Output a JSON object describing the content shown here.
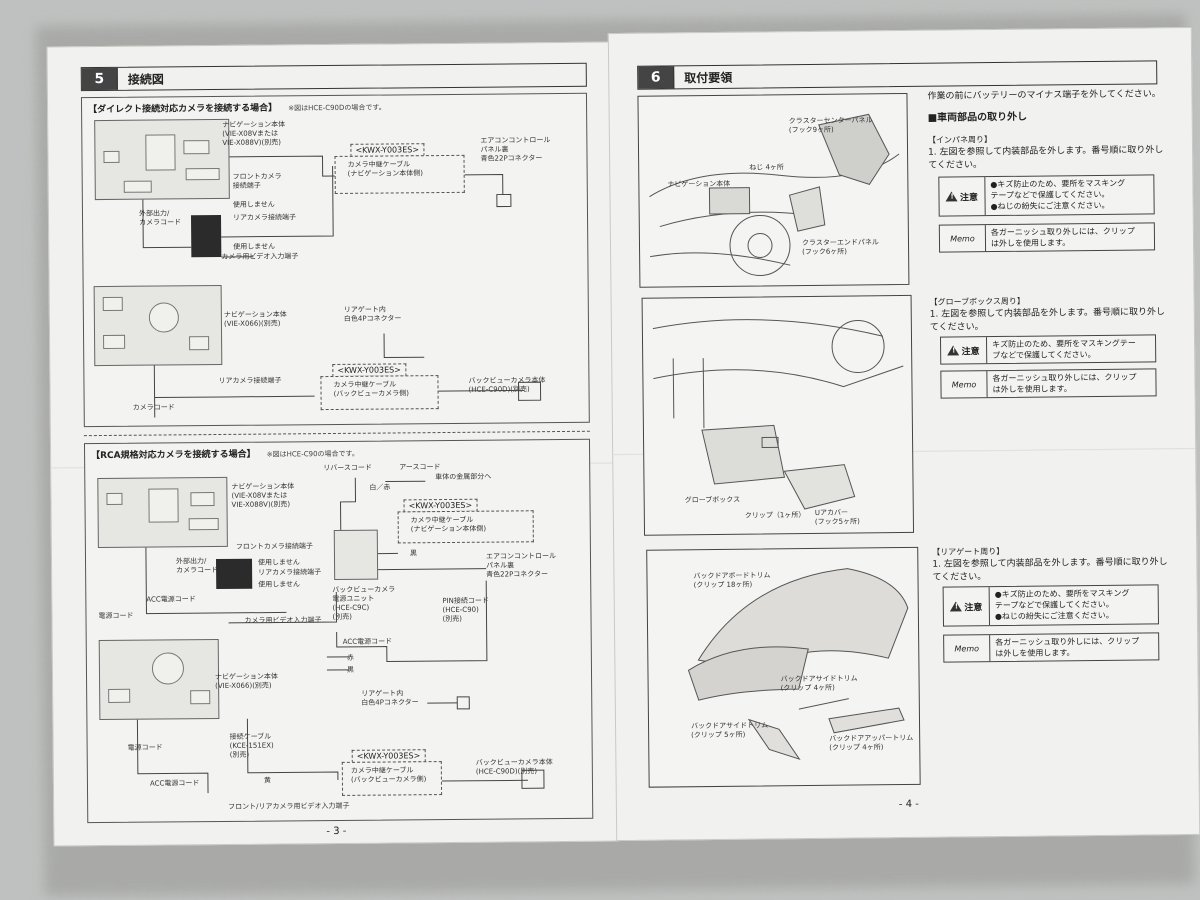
{
  "left_page": {
    "section_number": "5",
    "section_title": "接続図",
    "direct": {
      "header": "【ダイレクト接続対応カメラを接続する場合】",
      "note": "※図はHCE-C90Dの場合です。",
      "nav_unit_1": "ナビゲーション本体\n(VIE-X08Vまたは\nVIE-X088V)(別売)",
      "front_camera": "フロントカメラ\n接続端子",
      "unused_1": "使用しません",
      "ext_out": "外部出力/\nカメラコード",
      "rear_camera_term": "リアカメラ接続端子",
      "unused_2": "使用しません",
      "camera_video_in": "カメラ用ビデオ入力端子",
      "kwx_1": "<KWX-Y003ES>",
      "relay_cable_1": "カメラ中継ケーブル\n(ナビゲーション本体側)",
      "aircon": "エアコンコントロール\nパネル裏\n青色22Pコネクター",
      "nav_unit_2": "ナビゲーション本体\n(VIE-X066)(別売)",
      "rear_gate": "リアゲート内\n白色4Pコネクター",
      "kwx_2": "<KWX-Y003ES>",
      "relay_cable_2": "カメラ中継ケーブル\n(バックビューカメラ側)",
      "backview_cam": "バックビューカメラ本体\n(HCE-C90D)(別売)",
      "rear_camera_term_2": "リアカメラ接続端子",
      "camera_code": "カメラコード"
    },
    "rca": {
      "header": "【RCA規格対応カメラを接続する場合】",
      "note": "※図はHCE-C90の場合です。",
      "reverse_code": "リバースコード",
      "earth_code": "アースコード",
      "to_chassis": "車体の金属部分へ",
      "white_red": "白／赤",
      "kwx_3": "<KWX-Y003ES>",
      "relay_cable_3": "カメラ中継ケーブル\n(ナビゲーション本体側)",
      "black": "黒",
      "nav_unit_3": "ナビゲーション本体\n(VIE-X08Vまたは\nVIE-X088V)(別売)",
      "front_camera": "フロントカメラ接続端子",
      "ext_out": "外部出力/\nカメラコード",
      "unused_3": "使用しません",
      "rear_camera_term": "リアカメラ接続端子",
      "unused_4": "使用しません",
      "acc_code_1": "ACC電源コード",
      "power_code_1": "電源コード",
      "camera_video_in": "カメラ用ビデオ入力端子",
      "power_unit": "バックビューカメラ\n電源ユニット\n(HCE-C9C)\n(別売)",
      "aircon": "エアコンコントロール\nパネル裏\n青色22Pコネクター",
      "pin_code": "PIN接続コード\n(HCE-C90)\n(別売)",
      "acc_code_2": "ACC電源コード",
      "red": "赤",
      "black_2": "黒",
      "nav_unit_4": "ナビゲーション本体\n(VIE-X066)(別売)",
      "rear_gate": "リアゲート内\n白色4Pコネクター",
      "conn_cable": "接続ケーブル\n(KCE-151EX)\n(別売)",
      "power_code_2": "電源コード",
      "acc_code_3": "ACC電源コード",
      "yellow": "黄",
      "kwx_4": "<KWX-Y003ES>",
      "relay_cable_4": "カメラ中継ケーブル\n(バックビューカメラ側)",
      "backview_cam": "バックビューカメラ本体\n(HCE-C90D)(別売)",
      "front_rear_video": "フロント/リアカメラ用ビデオ入力端子"
    },
    "page_number": "- 3 -"
  },
  "right_page": {
    "section_number": "6",
    "section_title": "取付要領",
    "intro": "作業の前にバッテリーのマイナス端子を外してください。",
    "subheading": "■車両部品の取り外し",
    "fig1": {
      "cluster_center_panel": "クラスターセンターパネル\n(フック9ヶ所)",
      "screws": "ねじ 4ヶ所",
      "nav_unit": "ナビゲーション本体",
      "cluster_end_panel": "クラスターエンドパネル\n(フック6ヶ所)"
    },
    "instpanel": {
      "bracket": "【インパネ周り】",
      "step": "1.  左図を参照して内装部品を外します。番号順に取り外し\n     てください。",
      "caution_label": "注意",
      "caution_body": "●キズ防止のため、要所をマスキング\n  テープなどで保護してください。\n●ねじの紛失にご注意ください。",
      "memo_label": "Memo",
      "memo_body": "各ガーニッシュ取り外しには、クリップ\nは外しを使用します。"
    },
    "fig2": {
      "glovebox": "グローブボックス",
      "clip": "クリップ（1ヶ所）",
      "under_cover": "Uアカバー\n(フック5ヶ所)"
    },
    "glovebox_sec": {
      "bracket": "【グローブボックス周り】",
      "step": "1.  左図を参照して内装部品を外します。番号順に取り外し\n     てください。",
      "caution_label": "注意",
      "caution_body": "キズ防止のため、要所をマスキングテー\nプなどで保護してください。",
      "memo_label": "Memo",
      "memo_body": "各ガーニッシュ取り外しには、クリップ\nは外しを使用します。"
    },
    "fig3": {
      "back_door_trim": "バックドアボードトリム\n(クリップ 18ヶ所)",
      "side_trim_1": "バックドアサイドトリム\n(クリップ 4ヶ所)",
      "side_trim_2": "バックドアサイドトリム\n(クリップ 5ヶ所)",
      "upper_trim": "バックドアアッパートリム\n(クリップ 4ヶ所)"
    },
    "reargate_sec": {
      "bracket": "【リアゲート周り】",
      "step": "1.  左図を参照して内装部品を外します。番号順に取り外し\n     てください。",
      "caution_label": "注意",
      "caution_body": "●キズ防止のため、要所をマスキング\n  テープなどで保護してください。\n●ねじの紛失にご注意ください。",
      "memo_label": "Memo",
      "memo_body": "各ガーニッシュ取り外しには、クリップ\nは外しを使用します。"
    },
    "page_number": "- 4 -"
  }
}
